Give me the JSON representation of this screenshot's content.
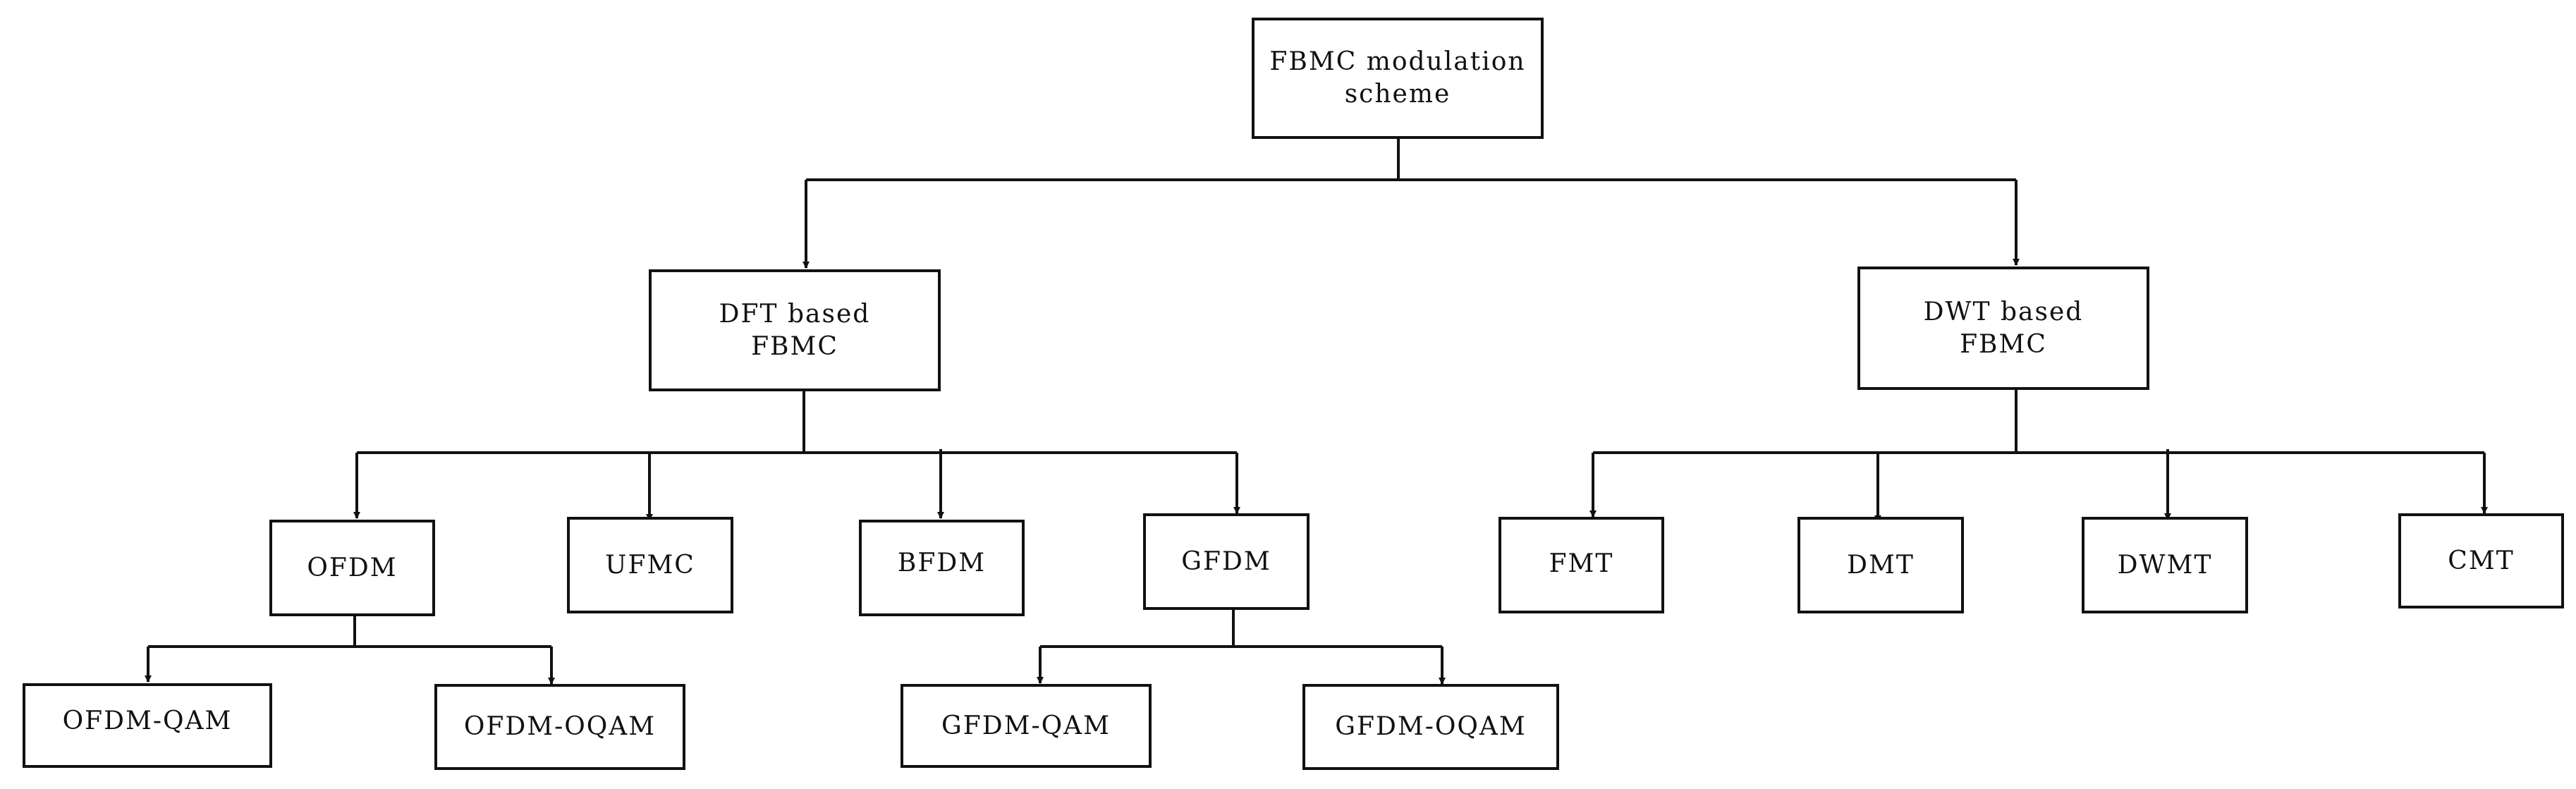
{
  "diagram": {
    "root": {
      "lines": [
        "FBMC modulation",
        "scheme"
      ]
    },
    "dft": {
      "lines": [
        "DFT based",
        "FBMC"
      ]
    },
    "dwt": {
      "lines": [
        "DWT based",
        "FBMC"
      ]
    },
    "ofdm": {
      "label": "OFDM"
    },
    "ufmc": {
      "label": "UFMC"
    },
    "bfdm": {
      "label": "BFDM"
    },
    "gfdm": {
      "label": "GFDM"
    },
    "fmt": {
      "label": "FMT"
    },
    "dmt": {
      "label": "DMT"
    },
    "dwmt": {
      "label": "DWMT"
    },
    "cmt": {
      "label": "CMT"
    },
    "ofdm_qam": {
      "label": "OFDM-QAM"
    },
    "ofdm_oqam": {
      "label": "OFDM-OQAM"
    },
    "gfdm_qam": {
      "label": "GFDM-QAM"
    },
    "gfdm_oqam": {
      "label": "GFDM-OQAM"
    }
  }
}
